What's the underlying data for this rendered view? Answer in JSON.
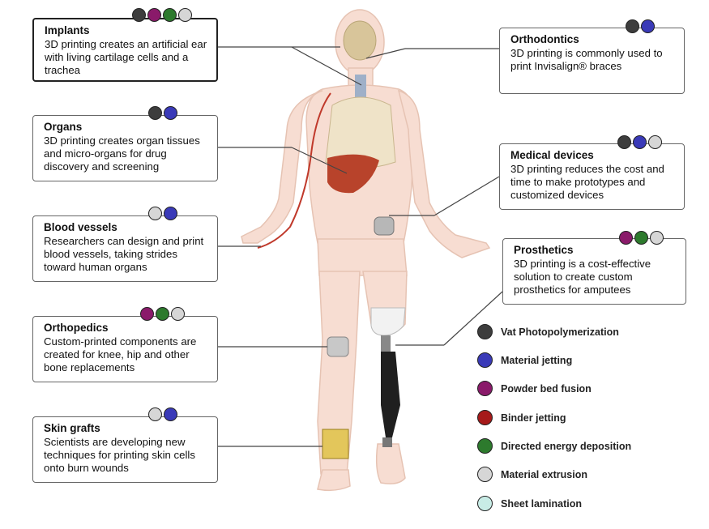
{
  "colors": {
    "vat": "#3d3d3d",
    "jetting": "#3a3ab8",
    "powder": "#8a1a6a",
    "binder": "#a61a1a",
    "energy": "#2d7a2d",
    "extrusion": "#d6d6d6",
    "sheet": "#c8ece6"
  },
  "cards": {
    "implants": {
      "title": "Implants",
      "desc": "3D printing creates an artificial ear with living cartilage cells and a trachea",
      "dots": [
        "vat",
        "powder",
        "energy",
        "extrusion"
      ]
    },
    "organs": {
      "title": "Organs",
      "desc": "3D printing creates organ tissues and micro-organs for drug discovery and screening",
      "dots": [
        "vat",
        "jetting"
      ]
    },
    "blood": {
      "title": "Blood vessels",
      "desc": "Researchers can design and print blood vessels, taking strides toward human organs",
      "dots": [
        "extrusion",
        "jetting"
      ]
    },
    "ortho": {
      "title": "Orthopedics",
      "desc": "Custom-printed components are created for knee, hip and other bone replacements",
      "dots": [
        "powder",
        "energy",
        "extrusion"
      ]
    },
    "skin": {
      "title": "Skin grafts",
      "desc": "Scientists are developing new techniques for printing skin cells onto burn wounds",
      "dots": [
        "extrusion",
        "jetting"
      ]
    },
    "orthodontics": {
      "title": "Orthodontics",
      "desc": "3D printing is commonly used to print Invisalign® braces",
      "dots": [
        "vat",
        "jetting"
      ]
    },
    "devices": {
      "title": "Medical devices",
      "desc": "3D printing reduces the cost and time to make prototypes and customized devices",
      "dots": [
        "vat",
        "jetting",
        "extrusion"
      ]
    },
    "prosthetics": {
      "title": "Prosthetics",
      "desc": "3D printing is a cost-effective solution to create custom prosthetics for amputees",
      "dots": [
        "powder",
        "energy",
        "extrusion"
      ]
    }
  },
  "legend": [
    {
      "key": "vat",
      "label": "Vat Photopolymerization"
    },
    {
      "key": "jetting",
      "label": "Material jetting"
    },
    {
      "key": "powder",
      "label": "Powder bed fusion"
    },
    {
      "key": "binder",
      "label": "Binder jetting"
    },
    {
      "key": "energy",
      "label": "Directed energy deposition"
    },
    {
      "key": "extrusion",
      "label": "Material extrusion"
    },
    {
      "key": "sheet",
      "label": "Sheet lamination"
    }
  ]
}
